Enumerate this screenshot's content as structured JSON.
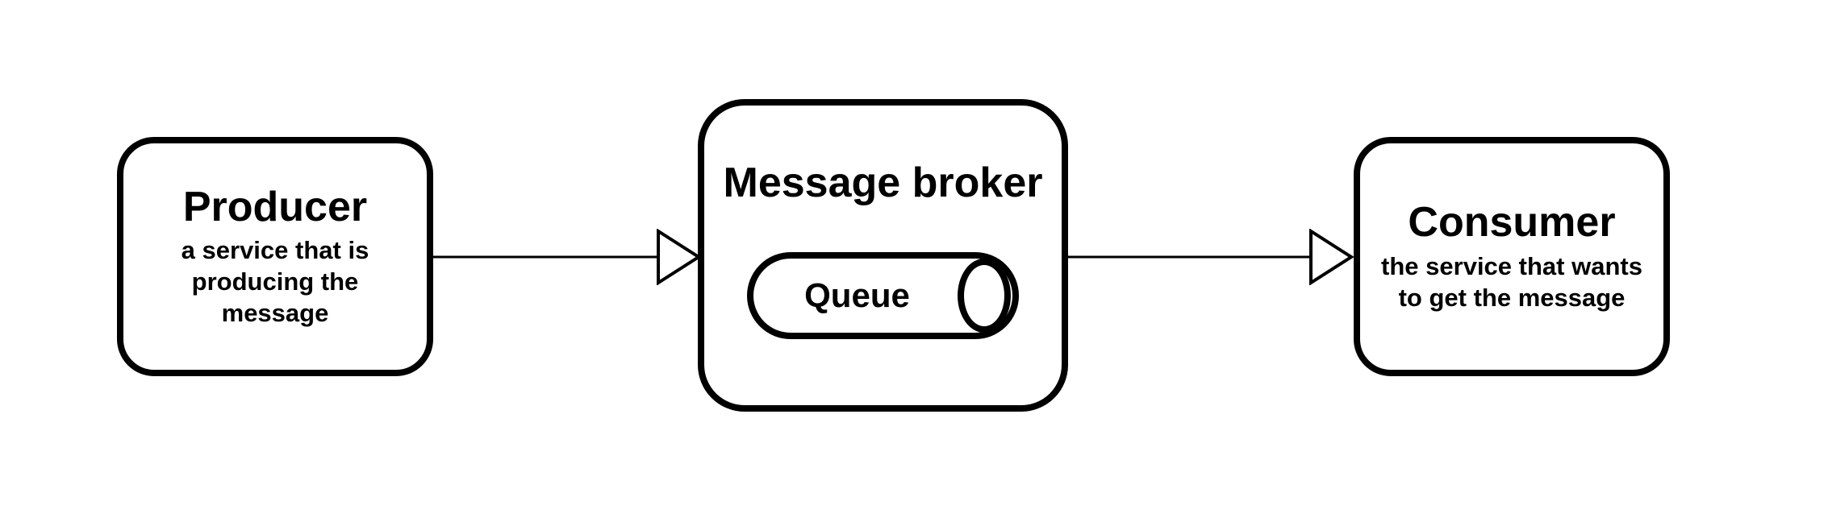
{
  "diagram": {
    "type": "flowchart",
    "colors": {
      "stroke": "#000000",
      "background": "#ffffff",
      "node_fill": "#ffffff"
    },
    "nodes": {
      "producer": {
        "title": "Producer",
        "subtitle": "a service that is\nproducing the\nmessage"
      },
      "broker": {
        "title": "Message broker",
        "queue_label": "Queue"
      },
      "consumer": {
        "title": "Consumer",
        "subtitle": "the service that wants\nto get the message"
      }
    },
    "edges": [
      {
        "from": "Producer",
        "to": "Message broker",
        "direction": "right",
        "arrowhead": "open-triangle"
      },
      {
        "from": "Message broker",
        "to": "Consumer",
        "direction": "right",
        "arrowhead": "open-triangle"
      }
    ]
  }
}
